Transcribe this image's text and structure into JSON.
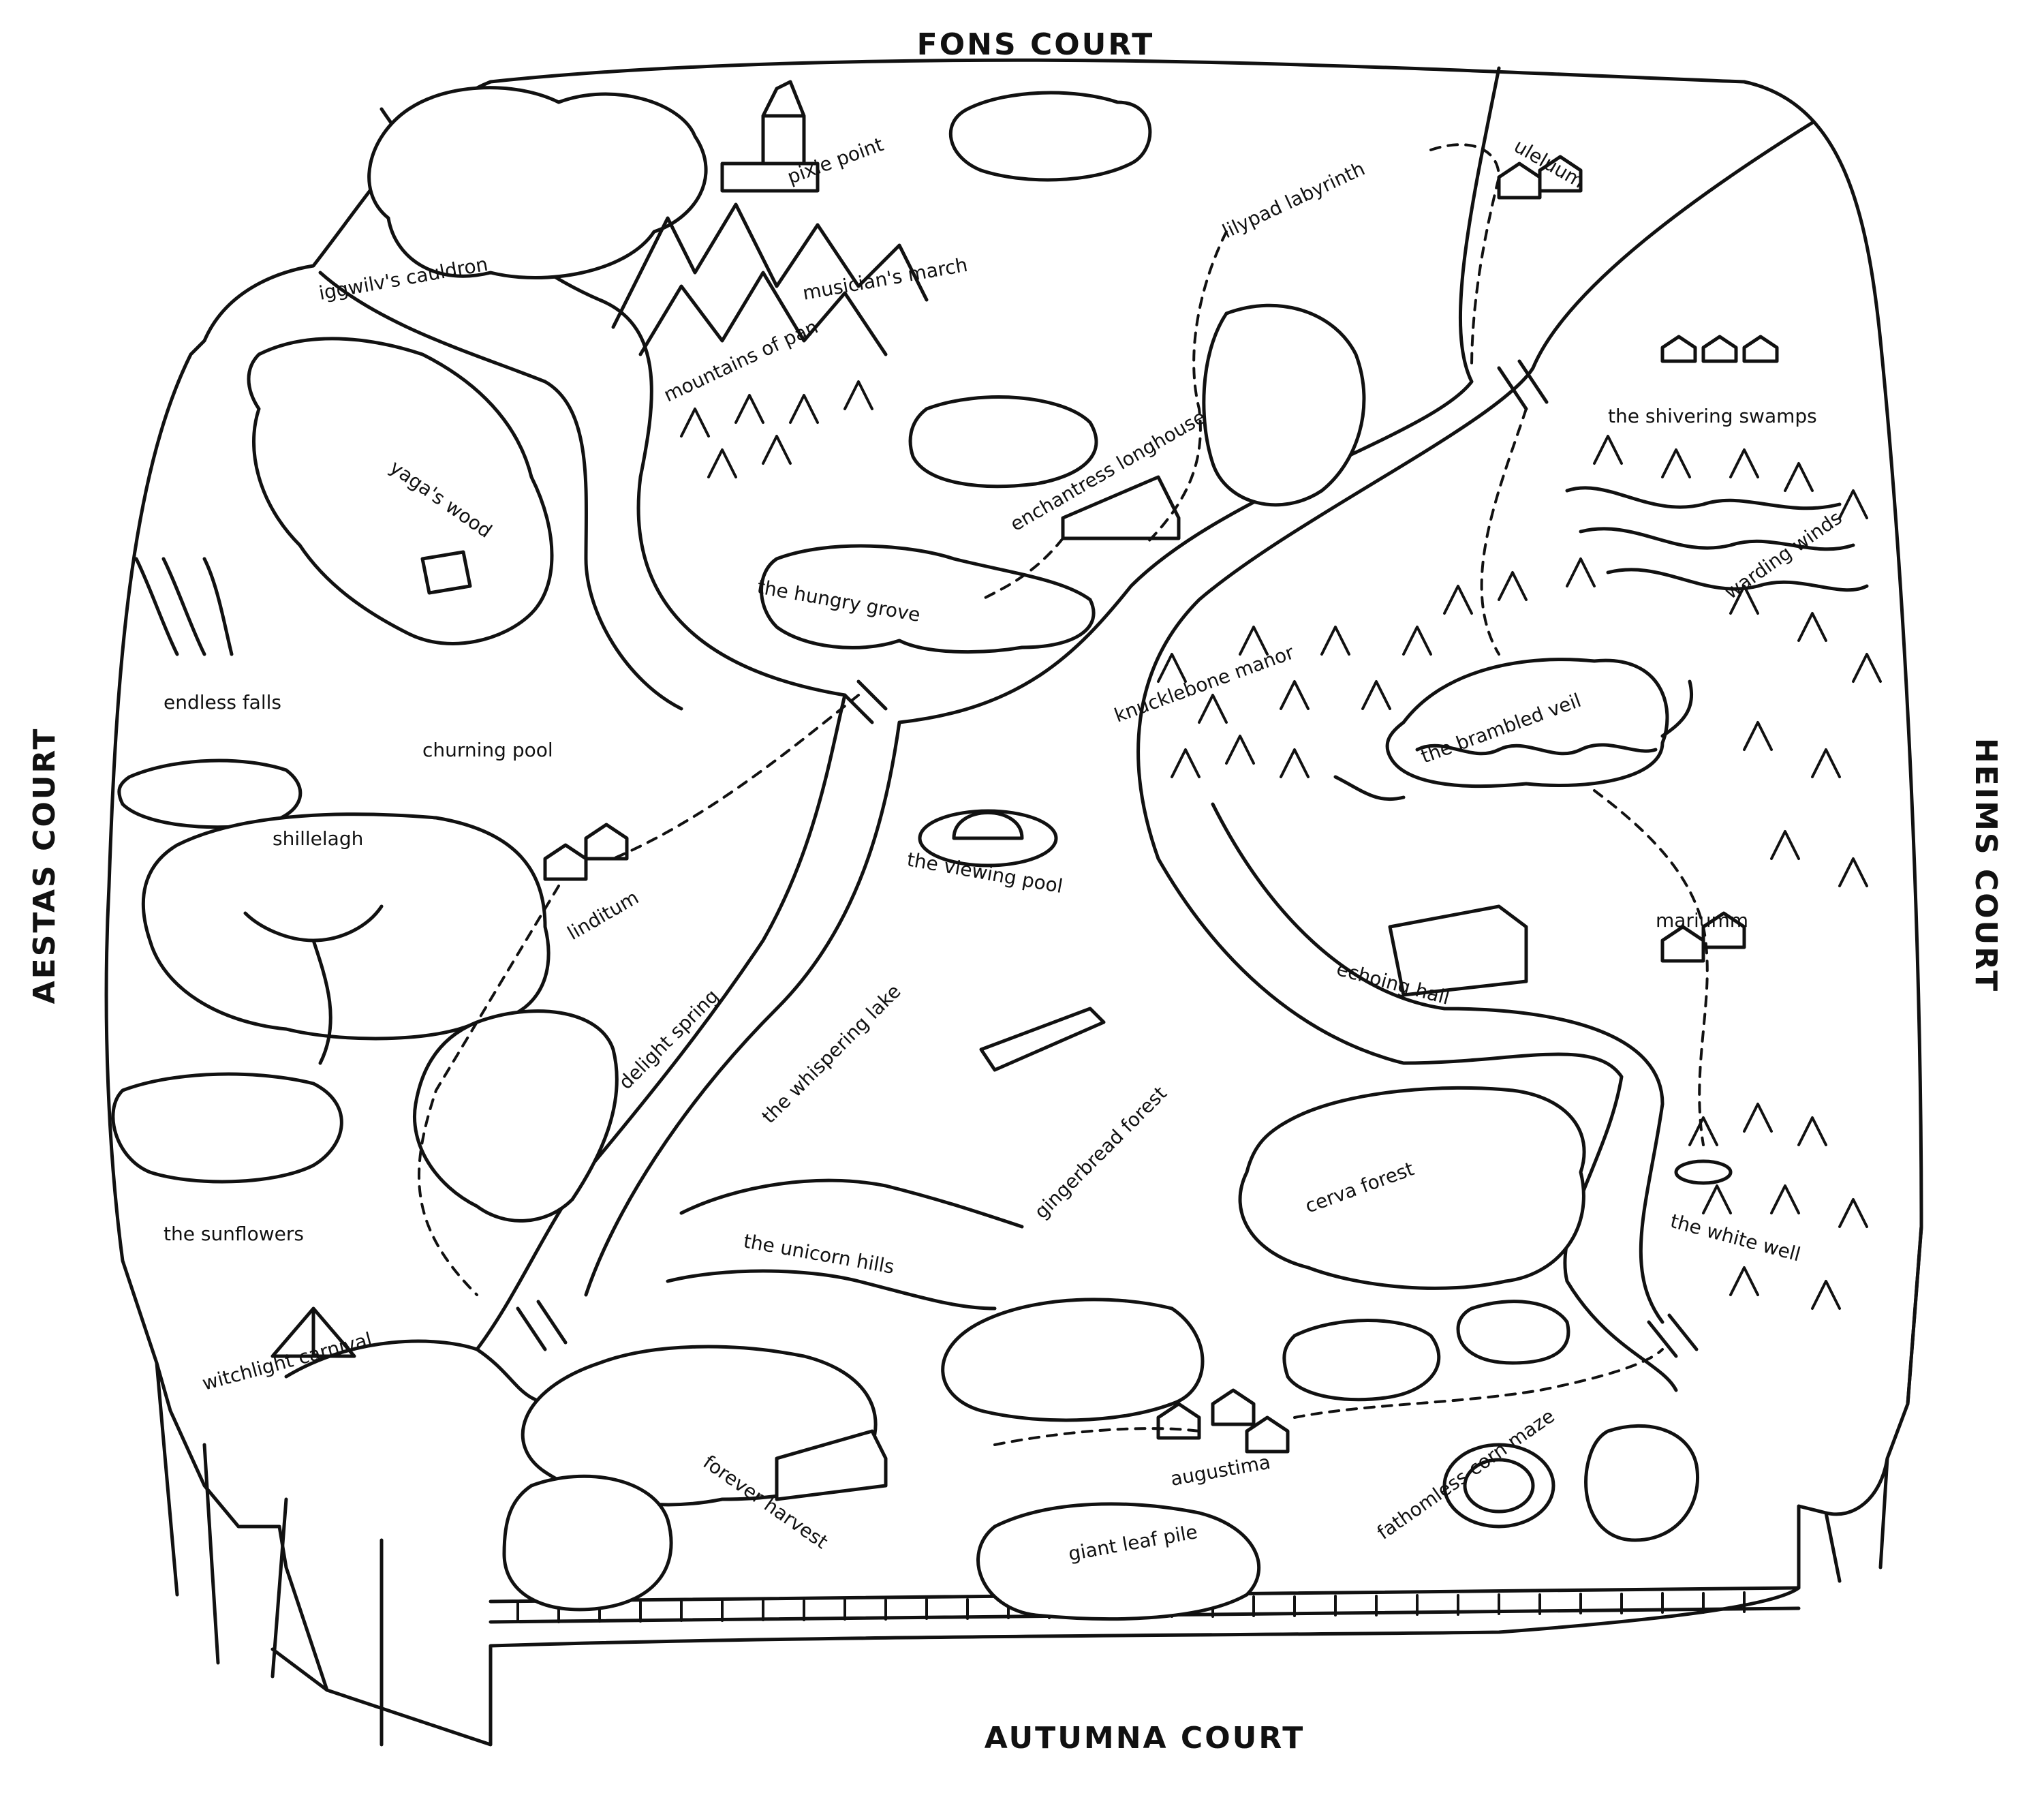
{
  "courts": {
    "north": "FONS COURT",
    "south": "AUTUMNA COURT",
    "west": "AESTAS COURT",
    "east": "HEIMS COURT"
  },
  "places": {
    "pixie_point": "pixie point",
    "iggwilvs_cauldron": "iggwilv's cauldron",
    "musicians_march": "musician's march",
    "lilypad_labyrinth": "lilypad labyrinth",
    "uleluum": "uleluum",
    "mountains_of_pan": "mountains of pan",
    "yagas_wood": "yaga's wood",
    "enchantress_longhouse": "enchantress longhouse",
    "the_shivering_swamps": "the shivering swamps",
    "the_hungry_grove": "the hungry grove",
    "warding_winds": "warding winds",
    "endless_falls": "endless falls",
    "churning_pool": "churning pool",
    "knucklebone_manor": "knucklebone manor",
    "the_brambled_veil": "the brambled veil",
    "the_viewing_pool": "the viewing pool",
    "shillelagh": "shillelagh",
    "linditum": "linditum",
    "mariumm": "mariumm",
    "delight_spring": "delight spring",
    "echoing_hall": "echoing hall",
    "the_whispering_lake": "the whispering lake",
    "gingerbread_forest": "gingerbread forest",
    "cerva_forest": "cerva forest",
    "the_sunflowers": "the sunflowers",
    "the_unicorn_hills": "the unicorn hills",
    "the_white_well": "the white well",
    "witchlight_carnival": "witchlight carnival",
    "augustima": "augustima",
    "fathomless_corn_maze": "fathomless corn maze",
    "forever_harvest": "forever harvest",
    "giant_leaf_pile": "giant leaf pile"
  },
  "colors": {
    "ink": "#111111",
    "paper": "#ffffff"
  }
}
